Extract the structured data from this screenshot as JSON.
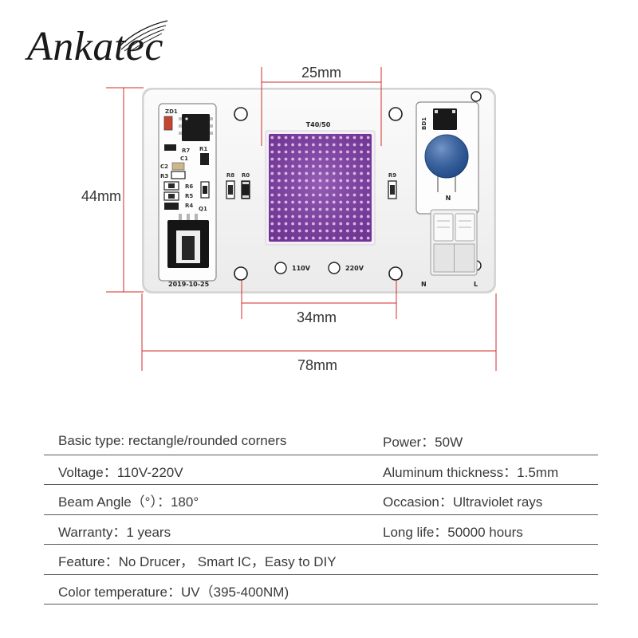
{
  "brand": {
    "logo_text": "Ankatec"
  },
  "dimensions": {
    "chip_width_label": "25mm",
    "board_height_label": "44mm",
    "hole_spacing_label": "34mm",
    "board_width_label": "78mm"
  },
  "board": {
    "model": "T40/50",
    "date": "2019-10-25",
    "voltage_110": "110V",
    "voltage_220": "220V",
    "terminal_n": "N",
    "terminal_l": "L",
    "bridge_label": "BD1",
    "varistor_pin": "N",
    "resistors": {
      "r8": "R8",
      "r0": "R0",
      "r9": "R9"
    },
    "driver_labels": {
      "zd1": "ZD1",
      "r7": "R7",
      "r1": "R1",
      "c2": "C2",
      "c1": "C1",
      "r3": "R3",
      "r6": "R6",
      "r5": "R5",
      "r4": "R4",
      "q1": "Q1"
    }
  },
  "specs": {
    "rows": [
      {
        "left": "Basic type: rectangle/rounded corners",
        "right": "Power：50W"
      },
      {
        "left": "Voltage：110V-220V",
        "right": "Aluminum thickness：1.5mm"
      },
      {
        "left": "Beam Angle（°）：180°",
        "right": "Occasion：Ultraviolet rays"
      },
      {
        "left": "Warranty：1 years",
        "right": "Long life：50000 hours"
      },
      {
        "left": "Feature：No Drucer， Smart IC，Easy to DIY"
      },
      {
        "left": "Color temperature：UV（395-400NM)"
      }
    ]
  },
  "colors": {
    "dimension_line": "#d42a2a",
    "led_chip": "#7e3aa6",
    "varistor": "#2a5fae",
    "spec_text": "#3a3a3a",
    "rule_line": "#5a5a5a"
  }
}
